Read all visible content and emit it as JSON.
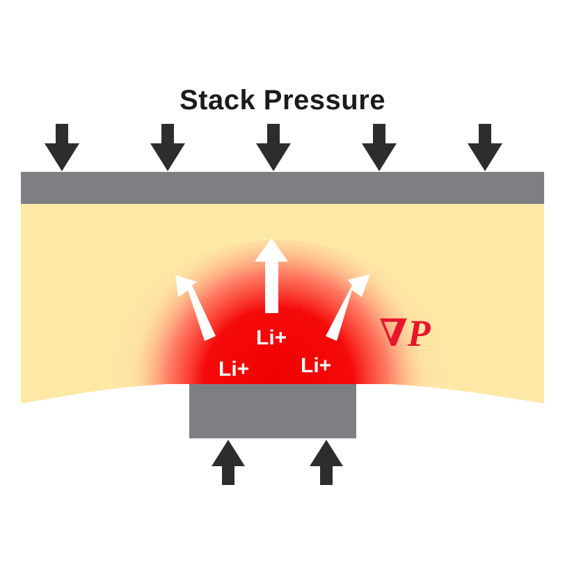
{
  "diagram": {
    "title": "Stack Pressure",
    "ion_labels": [
      "Li+",
      "Li+",
      "Li+"
    ],
    "gradient_label": "∇P",
    "colors": {
      "plate": "#7d7f82",
      "arrow": "#2d2d2d",
      "electrolyte": "#fde8a6",
      "hotspot": "#f00a0a",
      "gradient_text": "#e8142a"
    }
  }
}
